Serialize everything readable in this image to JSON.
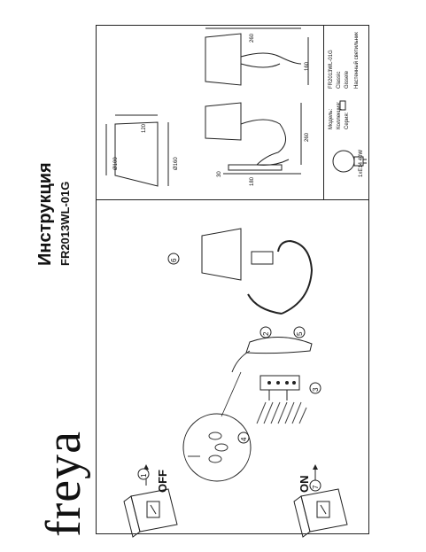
{
  "brand": {
    "logo_text": "freya"
  },
  "header": {
    "title": "Инструкция",
    "model_code": "FR2013WL-01G"
  },
  "steps": {
    "step1": {
      "number": "1",
      "label": "OFF"
    },
    "step2": {
      "number": "2"
    },
    "step3": {
      "number": "3"
    },
    "step4": {
      "number": "4"
    },
    "step5": {
      "number": "5"
    },
    "step6": {
      "number": "6"
    },
    "step7": {
      "number": "7",
      "label": "ON"
    }
  },
  "dimensions": {
    "width_top": "260",
    "height_side": "160",
    "height_total": "260",
    "base_height": "30",
    "width_bottom": "180",
    "shade_top": "120",
    "shade_top_diameter": "Ø100",
    "shade_bottom_diameter": "Ø160"
  },
  "bulb": {
    "spec": "1xE14 40W"
  },
  "specs": {
    "model_label": "Модель:",
    "model_value": "FR2013WL-01G",
    "collection_label": "Коллекция:",
    "collection_value": "Classic",
    "series_label": "Серия:",
    "series_value": "Gissele",
    "type_value": "Настенный светильник"
  }
}
